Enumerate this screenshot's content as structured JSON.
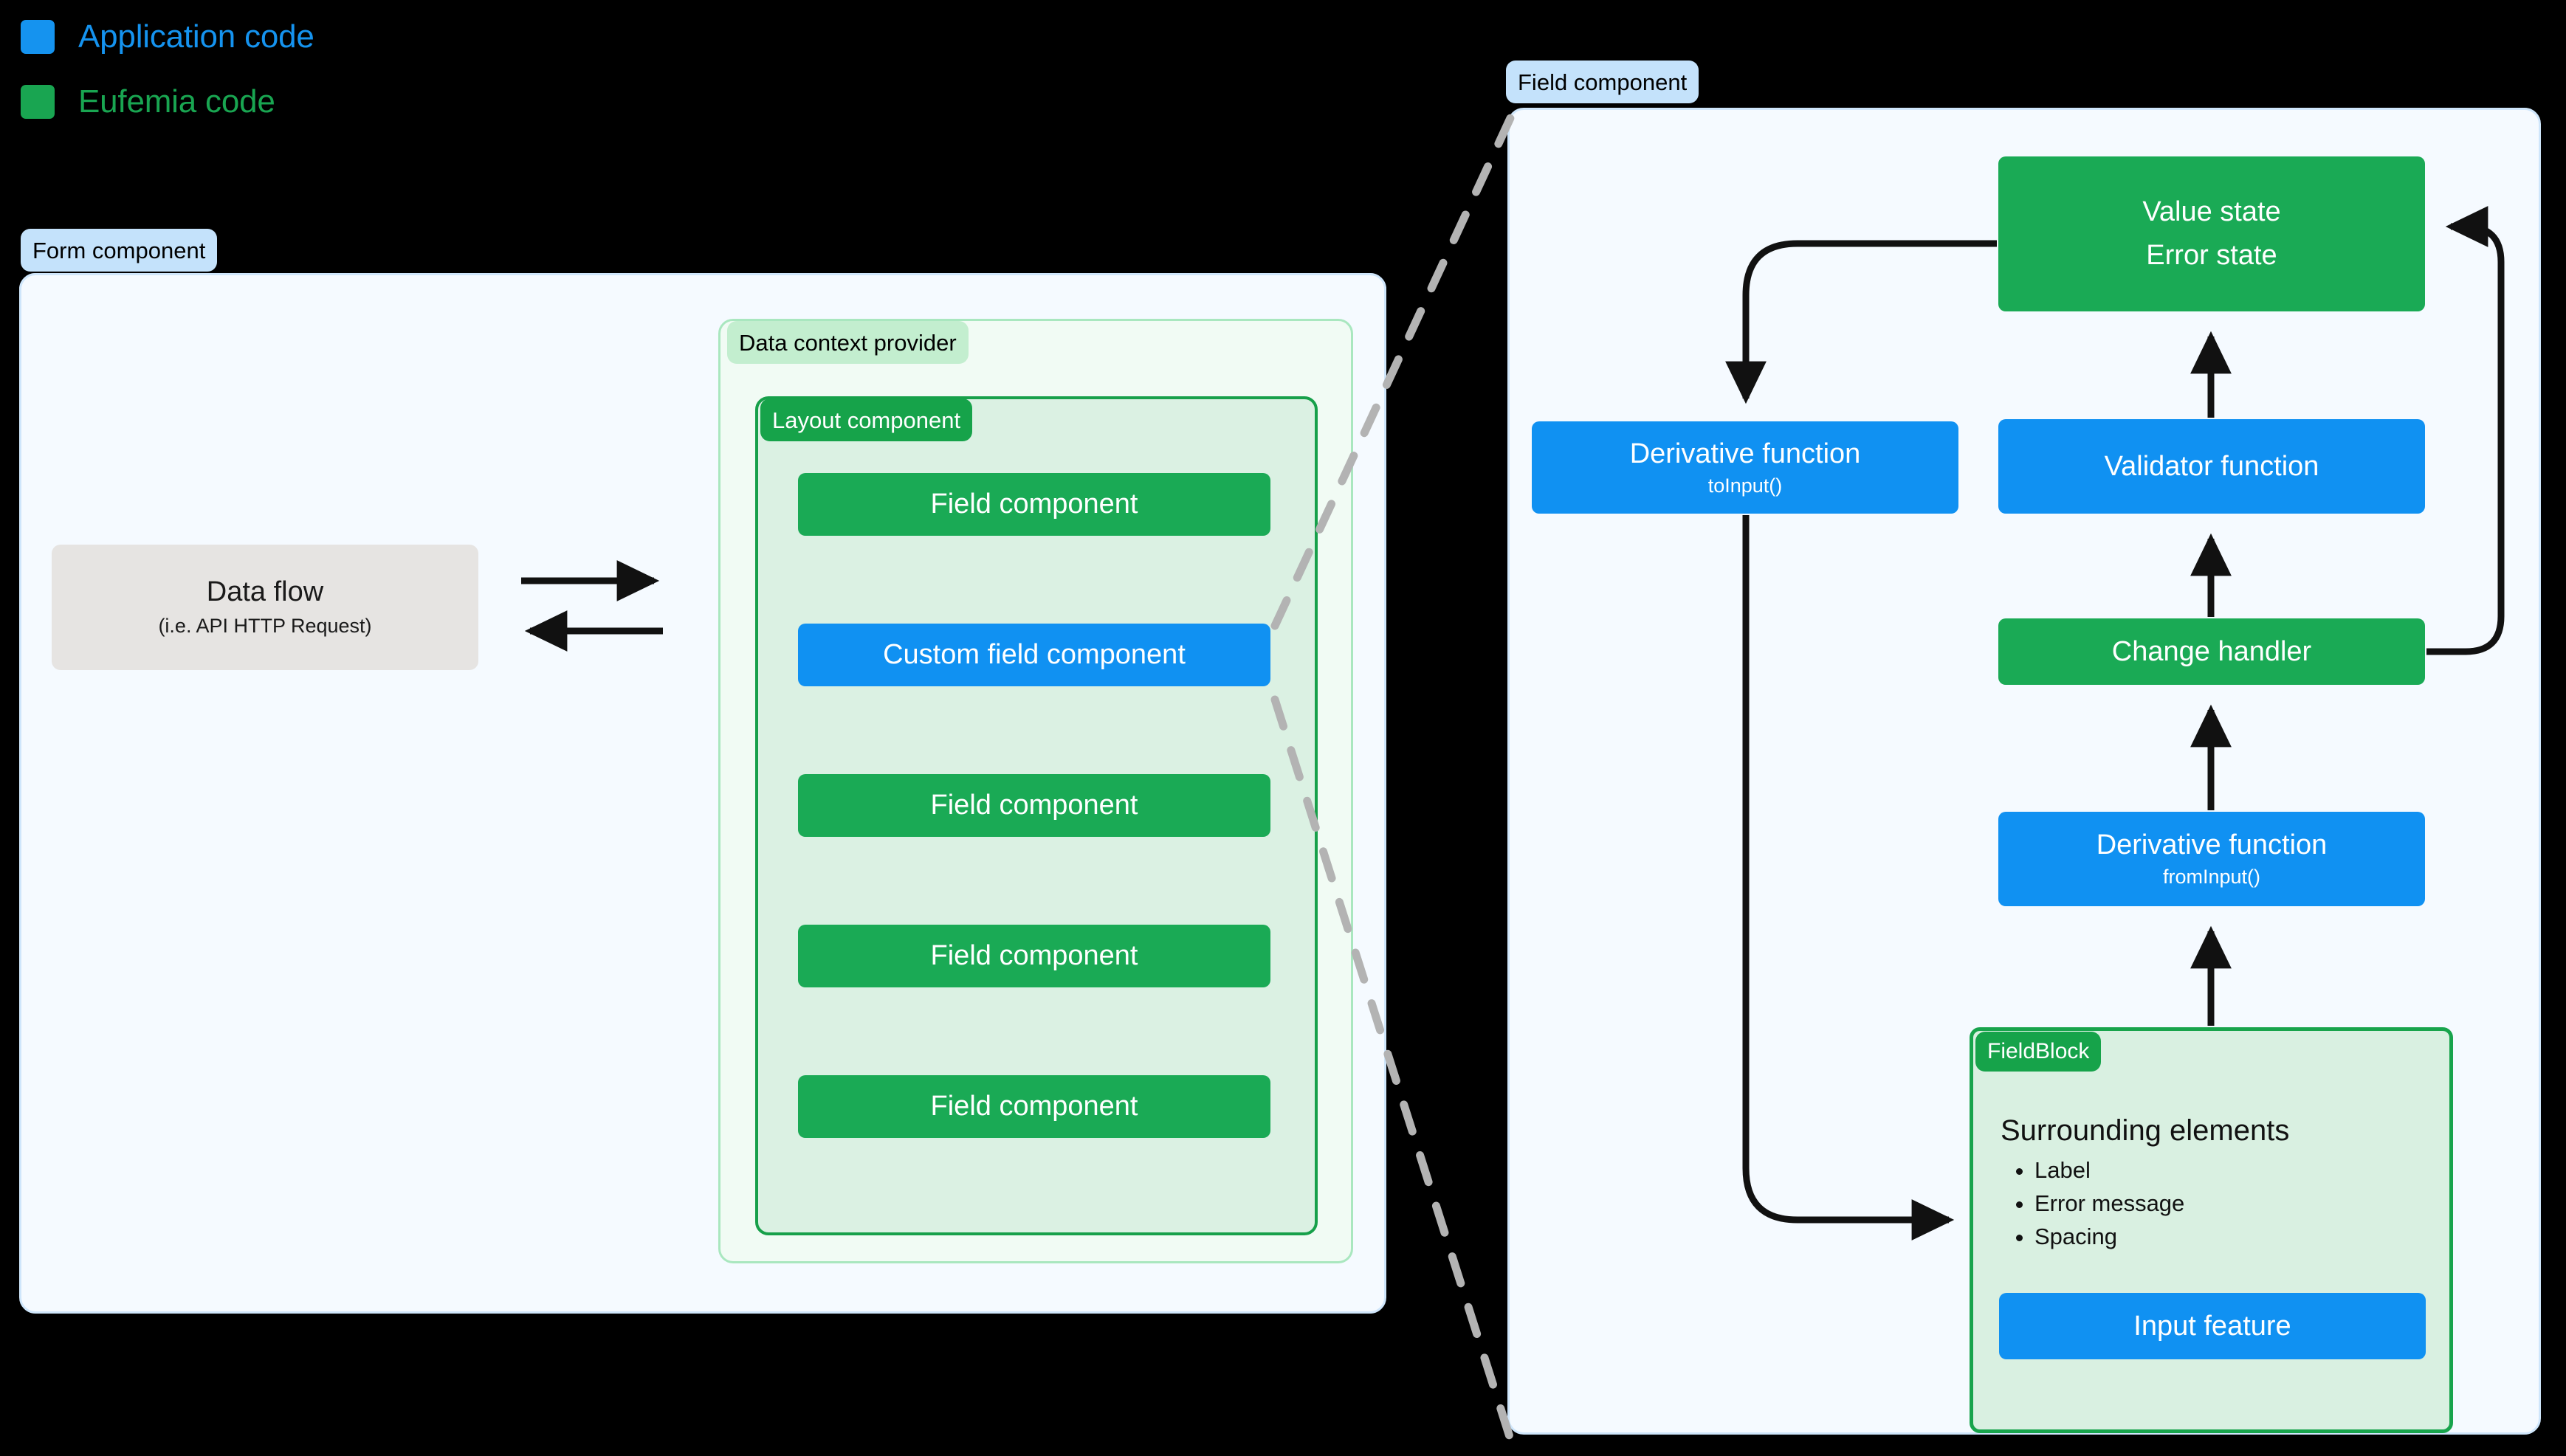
{
  "legend": {
    "items": [
      {
        "label": "Application code",
        "color": "#1593ef",
        "swatch": "application-code-swatch"
      },
      {
        "label": "Eufemia code",
        "color": "#19a551",
        "swatch": "eufemia-code-swatch"
      }
    ]
  },
  "form_panel": {
    "label": "Form component",
    "data_flow": {
      "title": "Data flow",
      "subtitle": "(i.e. API HTTP Request)"
    },
    "context_provider": {
      "label": "Data context provider"
    },
    "layout_component": {
      "label": "Layout component"
    },
    "fields": [
      {
        "label": "Field component",
        "kind": "eufemia"
      },
      {
        "label": "Custom field component",
        "kind": "application"
      },
      {
        "label": "Field component",
        "kind": "eufemia"
      },
      {
        "label": "Field component",
        "kind": "eufemia"
      },
      {
        "label": "Field component",
        "kind": "eufemia"
      }
    ]
  },
  "field_panel": {
    "label": "Field component",
    "boxes": {
      "value_state": {
        "line1": "Value state",
        "line2": "Error state",
        "kind": "eufemia"
      },
      "to_input": {
        "title": "Derivative function",
        "subtitle": "toInput()",
        "kind": "application"
      },
      "validator": {
        "title": "Validator function",
        "kind": "application"
      },
      "change_handler": {
        "title": "Change handler",
        "kind": "eufemia"
      },
      "from_input": {
        "title": "Derivative function",
        "subtitle": "fromInput()",
        "kind": "application"
      },
      "input_feature": {
        "title": "Input feature",
        "kind": "application"
      }
    },
    "field_block": {
      "label": "FieldBlock",
      "heading": "Surrounding elements",
      "items": [
        "Label",
        "Error message",
        "Spacing"
      ]
    }
  },
  "colors": {
    "application": "#1091f2",
    "eufemia": "#1aaa55",
    "panel_blue_bg": "#f5faff",
    "panel_blue_border": "#cfe6fb",
    "pill_blue": "#c4e2fb",
    "context_bg": "#f1fbf4",
    "context_border": "#a9e7bf",
    "layout_bg": "#dbf1e3",
    "layout_border": "#17a04a",
    "fieldblock_bg": "#d9f0e1",
    "dataflow_bg": "#e6e4e2",
    "arrow": "#111111",
    "dashed": "#b3b3b3"
  }
}
